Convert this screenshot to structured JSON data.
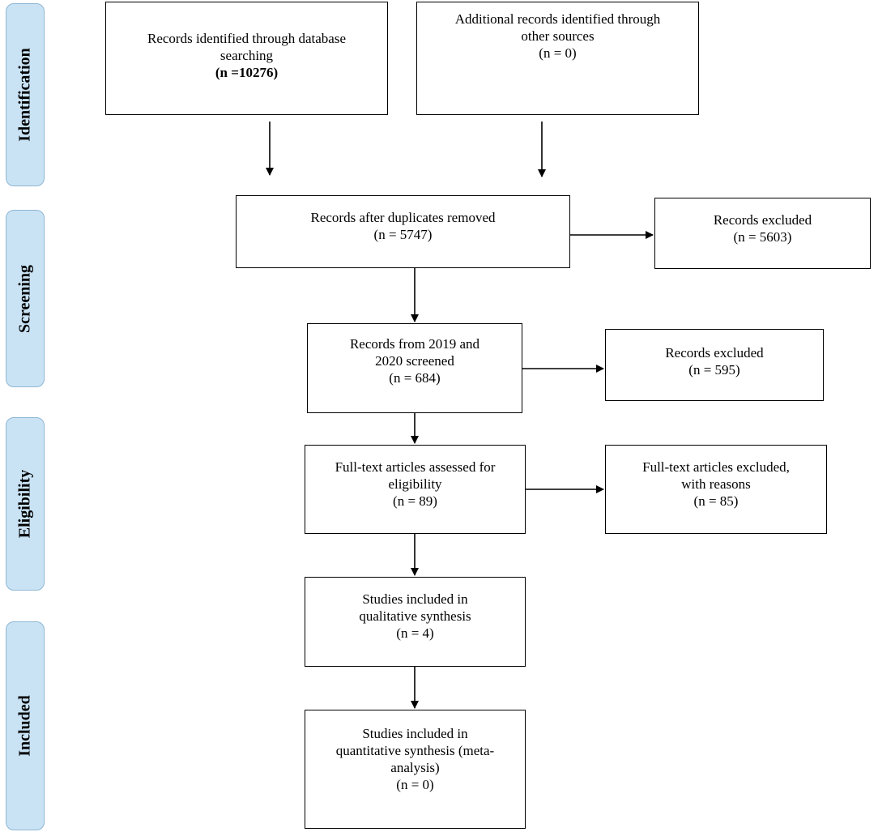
{
  "stages": {
    "identification": "Identification",
    "screening": "Screening",
    "eligibility": "Eligibility",
    "included": "Included"
  },
  "boxes": {
    "database": {
      "line1": "Records identified through database",
      "line2": "searching",
      "line3": "(n =10276)"
    },
    "other_sources": {
      "line1": "Additional records identified through",
      "line2": "other sources",
      "line3": "(n = 0)"
    },
    "duplicates_removed": {
      "line1": "Records after duplicates removed",
      "line2": "(n = 5747)"
    },
    "excluded_1": {
      "line1": "Records excluded",
      "line2": "(n = 5603)"
    },
    "screened": {
      "line1": "Records from 2019 and",
      "line2": "2020 screened",
      "line3": "(n = 684)"
    },
    "excluded_2": {
      "line1": "Records excluded",
      "line2": "(n = 595)"
    },
    "fulltext_assessed": {
      "line1": "Full-text articles assessed for",
      "line2": "eligibility",
      "line3": "(n = 89)"
    },
    "fulltext_excluded": {
      "line1": "Full-text articles excluded,",
      "line2": "with reasons",
      "line3": "(n = 85)"
    },
    "qualitative": {
      "line1": "Studies included in",
      "line2": "qualitative synthesis",
      "line3": "(n = 4)"
    },
    "quantitative": {
      "line1": "Studies included in",
      "line2": "quantitative synthesis (meta-",
      "line3": "analysis)",
      "line4": "(n = 0)"
    }
  },
  "colors": {
    "stage_fill": "#c9e3f5",
    "stage_border": "#8fb6d3",
    "box_border": "#000000"
  }
}
